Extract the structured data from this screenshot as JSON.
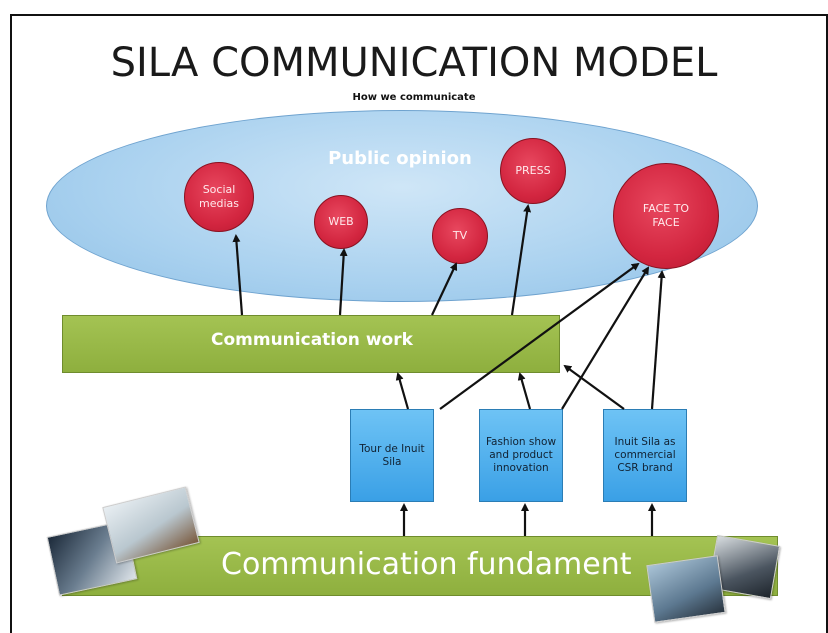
{
  "header": {
    "title": "SILA COMMUNICATION MODEL",
    "subtitle": "How we communicate"
  },
  "public_opinion": {
    "label": "Public opinion",
    "channels": [
      {
        "id": "social",
        "label": "Social medias"
      },
      {
        "id": "web",
        "label": "WEB"
      },
      {
        "id": "tv",
        "label": "TV"
      },
      {
        "id": "press",
        "label": "PRESS"
      },
      {
        "id": "face",
        "label": "FACE TO FACE"
      }
    ]
  },
  "communication_work": {
    "label": "Communication work"
  },
  "initiatives": [
    {
      "id": "tour",
      "label": "Tour de Inuit Sila"
    },
    {
      "id": "fashion",
      "label": "Fashion show and product innovation"
    },
    {
      "id": "brand",
      "label": "Inuit Sila as commercial CSR brand"
    }
  ],
  "communication_fundament": {
    "label": "Communication fundament"
  },
  "colors": {
    "ellipse": "#a9d1ef",
    "circle": "#d32640",
    "bar": "#9bbb4b",
    "box": "#4fb0ec"
  }
}
